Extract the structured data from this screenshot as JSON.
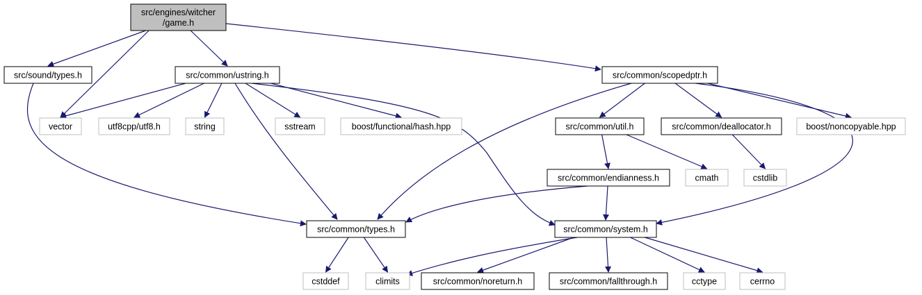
{
  "nodes": [
    {
      "id": "game_h",
      "lines": [
        "src/engines/witcher",
        "/game.h"
      ],
      "kind": "root"
    },
    {
      "id": "sound_types",
      "lines": [
        "src/sound/types.h"
      ],
      "kind": "doc"
    },
    {
      "id": "ustring",
      "lines": [
        "src/common/ustring.h"
      ],
      "kind": "doc"
    },
    {
      "id": "scopedptr",
      "lines": [
        "src/common/scopedptr.h"
      ],
      "kind": "doc"
    },
    {
      "id": "vector",
      "lines": [
        "vector"
      ],
      "kind": "ext"
    },
    {
      "id": "utf8",
      "lines": [
        "utf8cpp/utf8.h"
      ],
      "kind": "ext"
    },
    {
      "id": "string",
      "lines": [
        "string"
      ],
      "kind": "ext"
    },
    {
      "id": "sstream",
      "lines": [
        "sstream"
      ],
      "kind": "ext"
    },
    {
      "id": "boost_hash",
      "lines": [
        "boost/functional/hash.hpp"
      ],
      "kind": "ext"
    },
    {
      "id": "util",
      "lines": [
        "src/common/util.h"
      ],
      "kind": "doc"
    },
    {
      "id": "deallocator",
      "lines": [
        "src/common/deallocator.h"
      ],
      "kind": "doc"
    },
    {
      "id": "noncopyable",
      "lines": [
        "boost/noncopyable.hpp"
      ],
      "kind": "ext"
    },
    {
      "id": "endianness",
      "lines": [
        "src/common/endianness.h"
      ],
      "kind": "doc"
    },
    {
      "id": "cmath",
      "lines": [
        "cmath"
      ],
      "kind": "ext"
    },
    {
      "id": "cstdlib",
      "lines": [
        "cstdlib"
      ],
      "kind": "ext"
    },
    {
      "id": "common_types",
      "lines": [
        "src/common/types.h"
      ],
      "kind": "doc"
    },
    {
      "id": "system",
      "lines": [
        "src/common/system.h"
      ],
      "kind": "doc"
    },
    {
      "id": "cstddef",
      "lines": [
        "cstddef"
      ],
      "kind": "ext"
    },
    {
      "id": "climits",
      "lines": [
        "climits"
      ],
      "kind": "ext"
    },
    {
      "id": "noreturn",
      "lines": [
        "src/common/noreturn.h"
      ],
      "kind": "doc"
    },
    {
      "id": "fallthrough",
      "lines": [
        "src/common/fallthrough.h"
      ],
      "kind": "doc"
    },
    {
      "id": "cctype",
      "lines": [
        "cctype"
      ],
      "kind": "ext"
    },
    {
      "id": "cerrno",
      "lines": [
        "cerrno"
      ],
      "kind": "ext"
    }
  ],
  "edges": [
    {
      "from": "game_h",
      "to": "sound_types"
    },
    {
      "from": "game_h",
      "to": "vector"
    },
    {
      "from": "game_h",
      "to": "ustring"
    },
    {
      "from": "game_h",
      "to": "scopedptr"
    },
    {
      "from": "sound_types",
      "to": "common_types"
    },
    {
      "from": "ustring",
      "to": "vector"
    },
    {
      "from": "ustring",
      "to": "utf8"
    },
    {
      "from": "ustring",
      "to": "string"
    },
    {
      "from": "ustring",
      "to": "sstream"
    },
    {
      "from": "ustring",
      "to": "boost_hash"
    },
    {
      "from": "ustring",
      "to": "common_types"
    },
    {
      "from": "ustring",
      "to": "system"
    },
    {
      "from": "scopedptr",
      "to": "common_types"
    },
    {
      "from": "scopedptr",
      "to": "util"
    },
    {
      "from": "scopedptr",
      "to": "deallocator"
    },
    {
      "from": "scopedptr",
      "to": "noncopyable"
    },
    {
      "from": "scopedptr",
      "to": "system"
    },
    {
      "from": "util",
      "to": "endianness"
    },
    {
      "from": "util",
      "to": "cmath"
    },
    {
      "from": "deallocator",
      "to": "cstdlib"
    },
    {
      "from": "endianness",
      "to": "common_types"
    },
    {
      "from": "endianness",
      "to": "system"
    },
    {
      "from": "common_types",
      "to": "cstddef"
    },
    {
      "from": "common_types",
      "to": "climits"
    },
    {
      "from": "system",
      "to": "climits"
    },
    {
      "from": "system",
      "to": "noreturn"
    },
    {
      "from": "system",
      "to": "fallthrough"
    },
    {
      "from": "system",
      "to": "cctype"
    },
    {
      "from": "system",
      "to": "cerrno"
    }
  ],
  "colors": {
    "edge": "#191970",
    "root_fill": "#bfbfbf",
    "doc_border": "#000000",
    "ext_border": "#bfbfbf",
    "text": "#000000"
  }
}
